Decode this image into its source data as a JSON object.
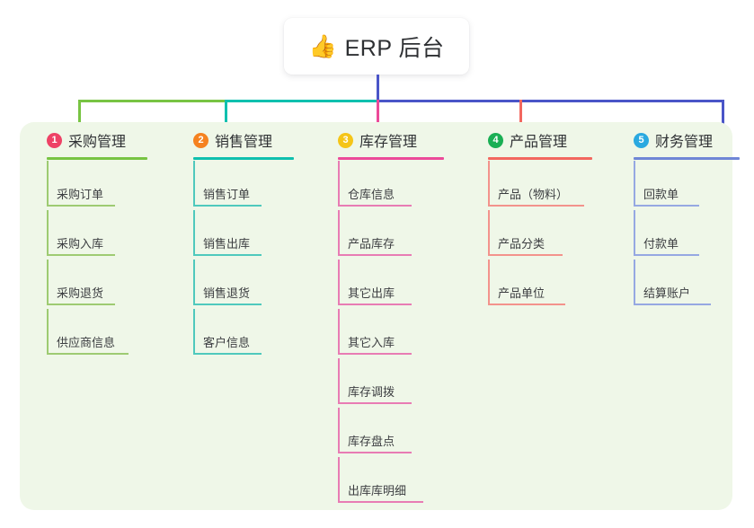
{
  "root": {
    "icon": "thumbs-up-emoji",
    "icon_glyph": "👍",
    "title": "ERP 后台"
  },
  "palette": {
    "panel_bg": "#eff7e8",
    "page_bg": "#ffffff",
    "bus_green": "#78c443",
    "bus_teal": "#0fc0ae",
    "bus_blue": "#4a55c8",
    "text": "#2f3134"
  },
  "branches": [
    {
      "number": "1",
      "label": "采购管理",
      "badge_color": "#ee4266",
      "line_color": "#78c443",
      "stub_color": "#78c443",
      "items": [
        "采购订单",
        "采购入库",
        "采购退货",
        "供应商信息"
      ]
    },
    {
      "number": "2",
      "label": "销售管理",
      "badge_color": "#f58220",
      "line_color": "#0fc0ae",
      "stub_color": "#0fc0ae",
      "items": [
        "销售订单",
        "销售出库",
        "销售退货",
        "客户信息"
      ]
    },
    {
      "number": "3",
      "label": "库存管理",
      "badge_color": "#f5c518",
      "line_color": "#ec4a99",
      "stub_color": "#ec4a99",
      "items": [
        "仓库信息",
        "产品库存",
        "其它出库",
        "其它入库",
        "库存调拨",
        "库存盘点",
        "出库库明细"
      ]
    },
    {
      "number": "4",
      "label": "产品管理",
      "badge_color": "#1aaf54",
      "line_color": "#f2675f",
      "stub_color": "#f2675f",
      "items": [
        "产品（物料）",
        "产品分类",
        "产品单位"
      ]
    },
    {
      "number": "5",
      "label": "财务管理",
      "badge_color": "#2aa9e0",
      "line_color": "#6f86d6",
      "stub_color": "#4a55c8",
      "items": [
        "回款单",
        "付款单",
        "结算账户"
      ]
    }
  ]
}
